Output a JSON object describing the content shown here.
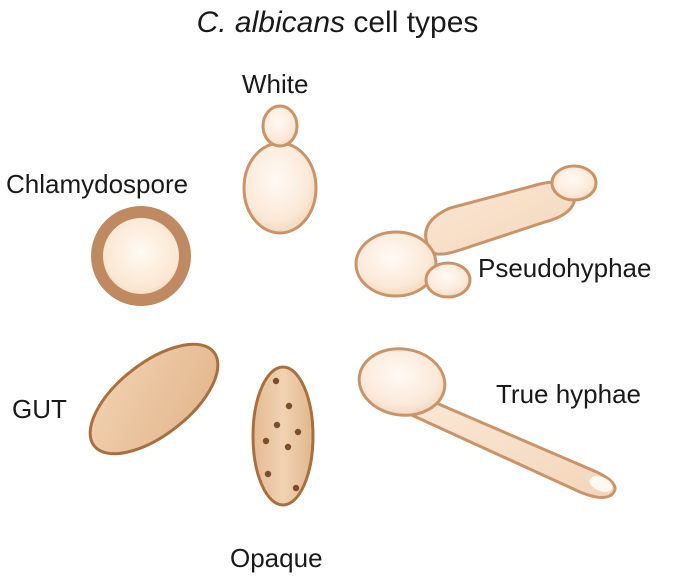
{
  "title": {
    "species": "C. albicans",
    "suffix": "cell types"
  },
  "labels": {
    "white": "White",
    "chlamydospore": "Chlamydospore",
    "pseudohyphae": "Pseudohyphae",
    "gut": "GUT",
    "true_hyphae": "True hyphae",
    "opaque": "Opaque"
  },
  "colors": {
    "cell_fill_light": "#fff6ee",
    "cell_fill_mid": "#f6dcc4",
    "cell_outline": "#c9946a",
    "chlamydospore_wall": "#bf8a62",
    "gut_fill": "#e9c39f",
    "opaque_fill": "#e9c6a1",
    "opaque_dots": "#7a4e2c",
    "gut_outline": "#a9703f"
  }
}
